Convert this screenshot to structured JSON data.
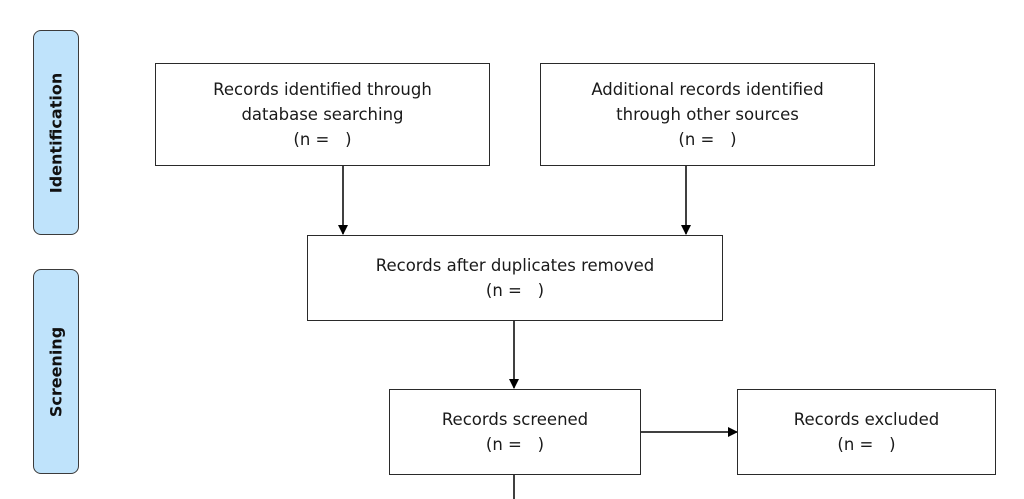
{
  "stages": {
    "identification": "Identification",
    "screening": "Screening"
  },
  "boxes": {
    "database_search": {
      "line1": "Records identified through",
      "line2": "database searching",
      "count": "(n =   )"
    },
    "other_sources": {
      "line1": "Additional records identified",
      "line2": "through other sources",
      "count": "(n =   )"
    },
    "duplicates_removed": {
      "line1": "Records after duplicates removed",
      "count": "(n =   )"
    },
    "screened": {
      "line1": "Records screened",
      "count": "(n =   )"
    },
    "excluded": {
      "line1": "Records excluded",
      "count": "(n =   )"
    }
  },
  "colors": {
    "stage_fill": "#bfe3fb",
    "stroke": "#2a2a2a"
  }
}
